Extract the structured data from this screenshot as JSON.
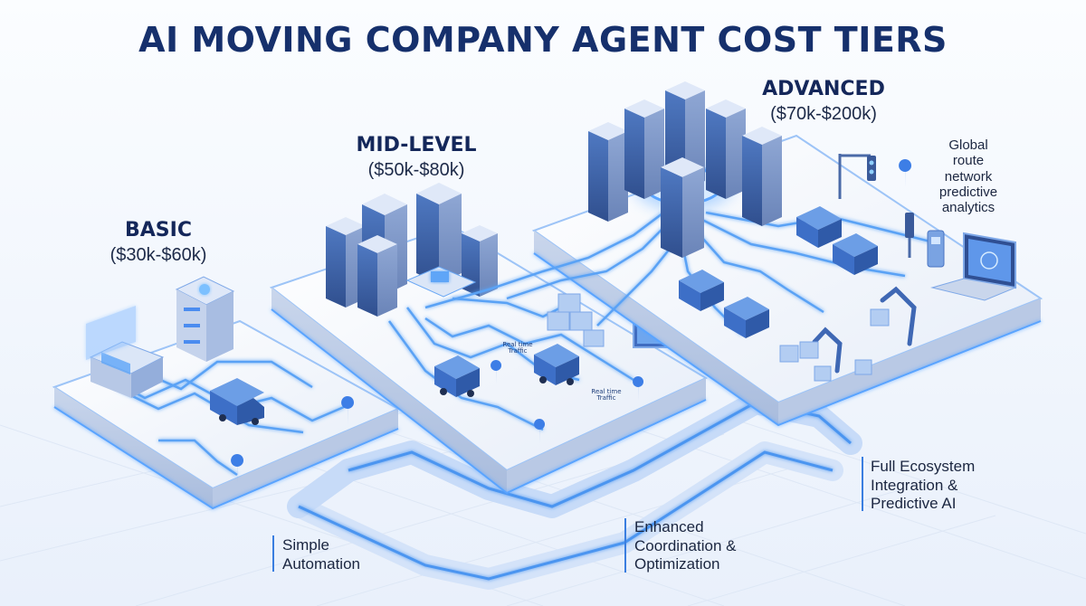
{
  "title": "AI MOVING COMPANY AGENT COST TIERS",
  "tiers": [
    {
      "name": "BASIC",
      "price": "($30k-$60k)",
      "description": "Simple\nAutomation"
    },
    {
      "name": "MID-LEVEL",
      "price": "($50k-$80k)",
      "description": "Enhanced\nCoordination &\nOptimization"
    },
    {
      "name": "ADVANCED",
      "price": "($70k-$200k)",
      "description": "Full Ecosystem\nIntegration &\nPredictive AI"
    }
  ],
  "annotations": {
    "global_network": "Global\nroute\nnetwork\npredictive\nanalytics",
    "traffic_label_1": "Real time\nTraffic",
    "traffic_label_2": "Real time\nTraffic"
  },
  "colors": {
    "title": "#16306c",
    "accent": "#3a7ee0",
    "glow": "#6fb2ff",
    "platform": "#eef3fb",
    "truck": "#3f78d6"
  }
}
